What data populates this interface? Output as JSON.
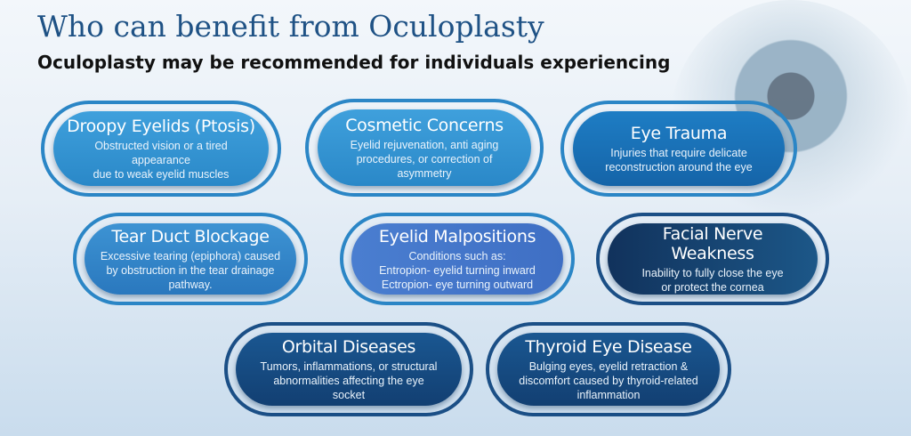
{
  "header": {
    "title": "Who can benefit from Oculoplasty",
    "subtitle": "Oculoplasty may be recommended for individuals experiencing"
  },
  "cards": [
    {
      "title": "Droopy Eyelids (Ptosis)",
      "lines": [
        "Obstructed vision or a tired appearance",
        "due to weak eyelid muscles"
      ]
    },
    {
      "title": "Cosmetic Concerns",
      "lines": [
        "Eyelid rejuvenation, anti aging",
        "procedures, or correction of",
        "asymmetry"
      ]
    },
    {
      "title": "Eye Trauma",
      "lines": [
        "Injuries that require delicate",
        "reconstruction around the eye"
      ]
    },
    {
      "title": "Tear Duct Blockage",
      "lines": [
        "Excessive tearing (epiphora) caused",
        "by obstruction in the tear drainage",
        "pathway."
      ]
    },
    {
      "title": "Eyelid Malpositions",
      "lines": [
        "Conditions such as:",
        "Entropion- eyelid turning inward",
        "Ectropion- eye turning outward"
      ]
    },
    {
      "title": "Facial Nerve Weakness",
      "lines": [
        "Inability to fully close the eye",
        "or protect the cornea"
      ]
    },
    {
      "title": "Orbital Diseases",
      "lines": [
        "Tumors, inflammations, or structural",
        "abnormalities affecting the eye",
        "socket"
      ]
    },
    {
      "title": "Thyroid Eye Disease",
      "lines": [
        "Bulging eyes, eyelid retraction &",
        "discomfort caused by thyroid-related",
        "inflammation"
      ]
    }
  ]
}
